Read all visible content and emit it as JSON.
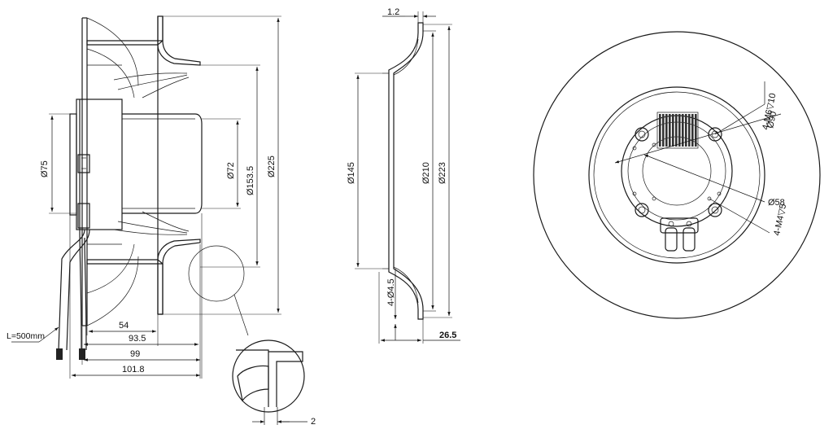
{
  "side_view": {
    "dia_inlet": "Ø75",
    "dia_motor": "Ø72",
    "dia_mid": "Ø153.5",
    "dia_outer": "Ø225",
    "cable_length": "L=500mm",
    "len_54": "54",
    "len_93_5": "93.5",
    "len_99": "99",
    "len_101_8": "101.8",
    "detail_thickness": "2"
  },
  "ring_view": {
    "thickness": "1.2",
    "dia_inner": "Ø145",
    "dia_210": "Ø210",
    "dia_223": "Ø223",
    "holes": "4-Ø4.5",
    "depth": "26.5"
  },
  "front_view": {
    "bolt_thread": "4-M6▽10",
    "pcd_90": "Ø90",
    "pcd_58": "Ø58",
    "small_thread": "4-M4▽5"
  }
}
